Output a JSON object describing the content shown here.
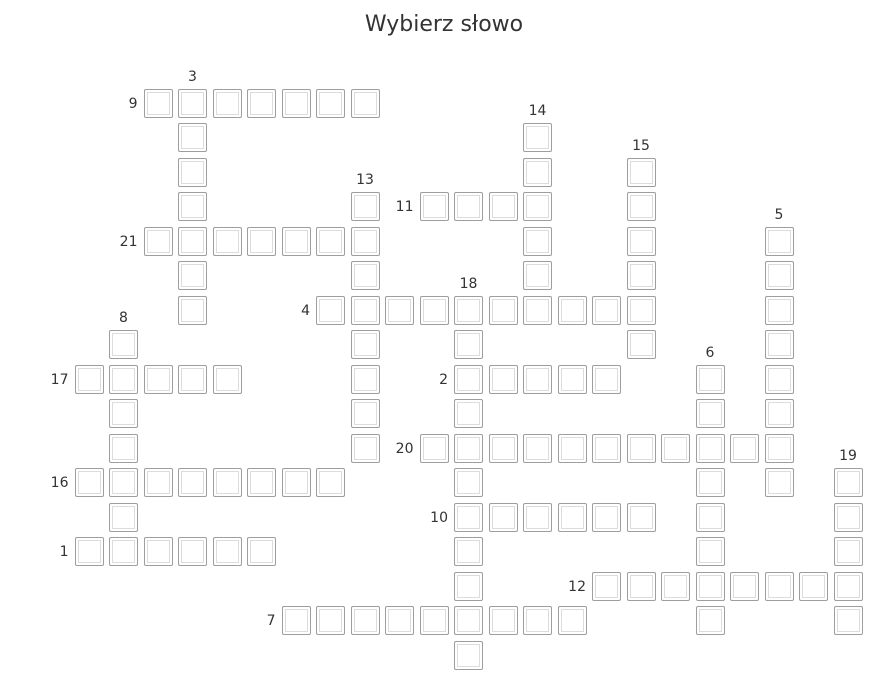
{
  "title": "Wybierz słowo",
  "crossword": {
    "words": [
      {
        "number": "9",
        "direction": "across",
        "length": 7
      },
      {
        "number": "3",
        "direction": "down",
        "length": 7
      },
      {
        "number": "14",
        "direction": "down",
        "length": 5
      },
      {
        "number": "15",
        "direction": "down",
        "length": 6
      },
      {
        "number": "13",
        "direction": "down",
        "length": 8
      },
      {
        "number": "11",
        "direction": "across",
        "length": 4
      },
      {
        "number": "5",
        "direction": "down",
        "length": 8
      },
      {
        "number": "21",
        "direction": "across",
        "length": 7
      },
      {
        "number": "18",
        "direction": "down",
        "length": 11
      },
      {
        "number": "4",
        "direction": "across",
        "length": 10
      },
      {
        "number": "8",
        "direction": "down",
        "length": 6
      },
      {
        "number": "17",
        "direction": "across",
        "length": 5
      },
      {
        "number": "6",
        "direction": "down",
        "length": 8
      },
      {
        "number": "2",
        "direction": "across",
        "length": 5
      },
      {
        "number": "20",
        "direction": "across",
        "length": 11
      },
      {
        "number": "19",
        "direction": "down",
        "length": 5
      },
      {
        "number": "16",
        "direction": "across",
        "length": 8
      },
      {
        "number": "10",
        "direction": "across",
        "length": 6
      },
      {
        "number": "1",
        "direction": "across",
        "length": 6
      },
      {
        "number": "12",
        "direction": "across",
        "length": 8
      },
      {
        "number": "7",
        "direction": "across",
        "length": 9
      }
    ]
  }
}
